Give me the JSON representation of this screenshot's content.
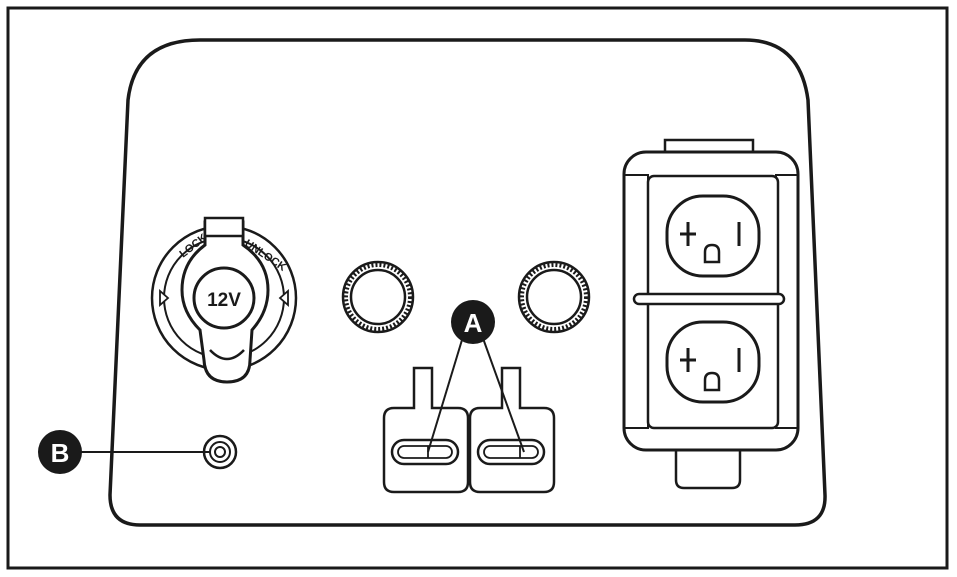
{
  "socket_12v": {
    "label": "12V",
    "ring_text": "LOCK",
    "ring_text_2": "UNLOCK"
  },
  "callouts": {
    "a": "A",
    "b": "B"
  },
  "colors": {
    "line": "#1a1a1a",
    "background": "#ffffff",
    "badge": "#1a1a1a",
    "badge_text": "#ffffff"
  }
}
